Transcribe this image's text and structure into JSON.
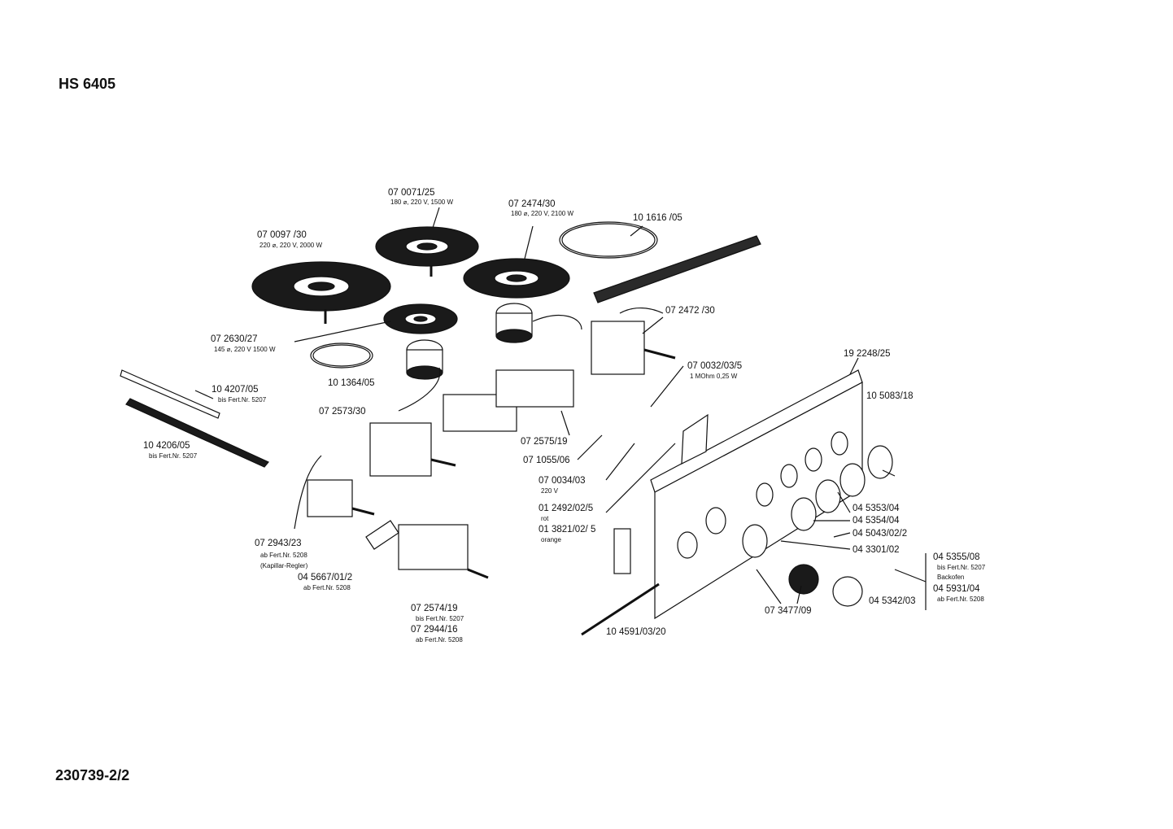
{
  "header": {
    "model": "HS 6405"
  },
  "footer": {
    "doc_number": "230739-2/2"
  },
  "parts": {
    "p1": {
      "number": "07 0071/25",
      "spec": "180 ⌀, 220 V, 1500 W"
    },
    "p2": {
      "number": "07 2474/30",
      "spec": "180 ⌀, 220 V, 2100 W"
    },
    "p3": {
      "number": "10 1616 /05"
    },
    "p4": {
      "number": "07 0097 /30",
      "spec": "220 ⌀, 220 V, 2000 W"
    },
    "p5": {
      "number": "07 2472 /30"
    },
    "p6": {
      "number": "07 2630/27",
      "spec": "145 ⌀, 220 V 1500 W"
    },
    "p7": {
      "number": "10 1364/05"
    },
    "p8": {
      "number": "07 0032/03/5",
      "spec": "1 MOhm 0,25 W"
    },
    "p9": {
      "number": "19 2248/25"
    },
    "p10": {
      "number": "10 4207/05",
      "spec": "bis Fert.Nr. 5207"
    },
    "p11": {
      "number": "10 5083/18"
    },
    "p12": {
      "number": "07 2573/30"
    },
    "p13": {
      "number": "07 2575/19"
    },
    "p14": {
      "number": "10 4206/05",
      "spec": "bis Fert.Nr. 5207"
    },
    "p15": {
      "number": "07 1055/06"
    },
    "p16": {
      "number": "07 0034/03",
      "spec": "220 V"
    },
    "p17": {
      "number": "01 2492/02/5",
      "spec": "rot"
    },
    "p18": {
      "number": "01 3821/02/ 5",
      "spec": "orange"
    },
    "p19": {
      "number": "04 5353/04"
    },
    "p20": {
      "number": "04 5354/04"
    },
    "p21": {
      "number": "04 5043/02/2"
    },
    "p22": {
      "number": "04 3301/02"
    },
    "p23": {
      "number": "07 2943/23",
      "spec": "ab Fert.Nr. 5208",
      "spec2": "(Kapillar-Regler)"
    },
    "p24": {
      "number": "04 5667/01/2",
      "spec": "ab Fert.Nr. 5208"
    },
    "p25": {
      "number": "04 5355/08",
      "spec": "bis Fert.Nr. 5207",
      "spec2": "Backofen"
    },
    "p26": {
      "number": "04 5931/04",
      "spec": "ab Fert.Nr. 5208"
    },
    "p27": {
      "number": "07 3477/09"
    },
    "p28": {
      "number": "04 5342/03"
    },
    "p29": {
      "number": "07 2574/19",
      "spec": "bis Fert.Nr. 5207"
    },
    "p30": {
      "number": "07 2944/16",
      "spec": "ab Fert.Nr. 5208"
    },
    "p31": {
      "number": "10 4591/03/20"
    }
  }
}
